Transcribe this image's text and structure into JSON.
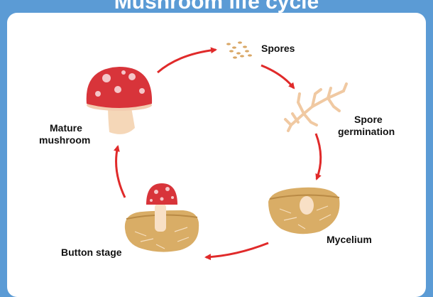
{
  "title": "Mushroom life cycle",
  "stages": {
    "spores": "Spores",
    "spore_germination_line1": "Spore",
    "spore_germination_line2": "germination",
    "mycelium": "Mycelium",
    "button_stage": "Button stage",
    "mature_line1": "Mature",
    "mature_line2": "mushroom"
  },
  "colors": {
    "frame": "#5b9bd5",
    "arrow": "#e02a2a",
    "cap": "#d8343a",
    "stem": "#f5d7b8",
    "soil": "#d9ad66",
    "hyphae": "#f0c9a2"
  }
}
